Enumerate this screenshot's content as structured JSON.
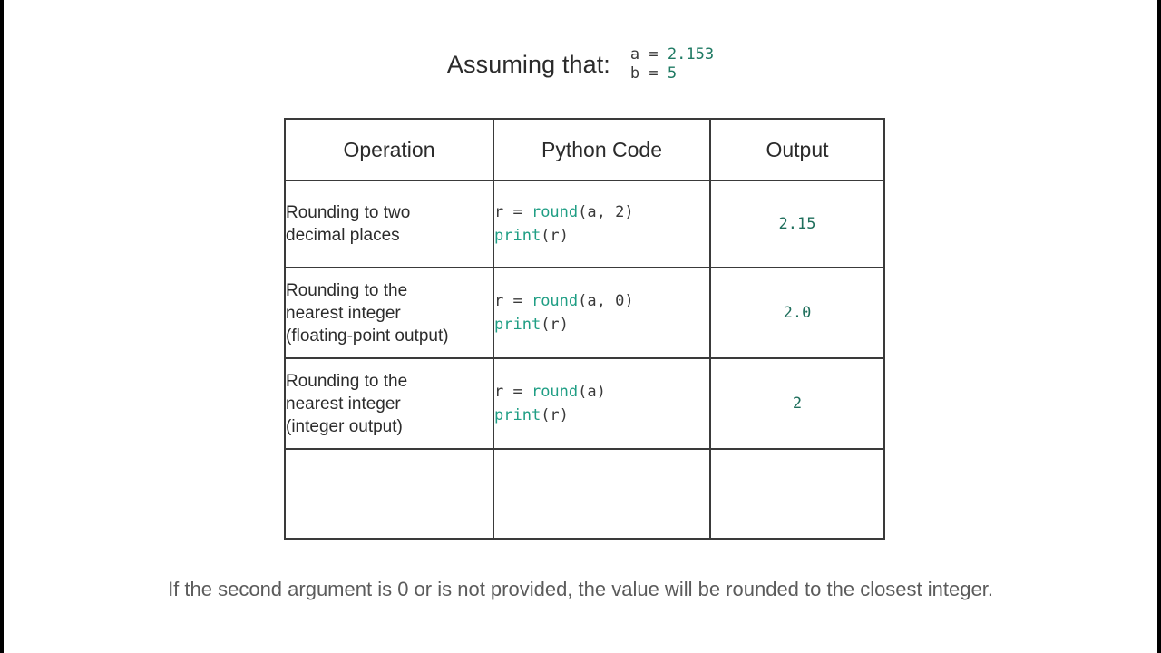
{
  "slide": {
    "background": "#ffffff",
    "letterbox_color": "#000000"
  },
  "assumption": {
    "label": "Assuming that:",
    "lines": [
      {
        "name": "a",
        "operator": "=",
        "value": "2.153"
      },
      {
        "name": "b",
        "operator": "=",
        "value": "5"
      }
    ]
  },
  "table": {
    "headers": [
      "Operation",
      "Python Code",
      "Output"
    ],
    "rows": [
      {
        "operation": "Rounding to two\ndecimal places",
        "code": {
          "line1_pre": "r = ",
          "line1_fn": "round",
          "line1_post": "(a, 2)",
          "line2_fn": "print",
          "line2_post": "(r)"
        },
        "output": "2.15"
      },
      {
        "operation": "Rounding to the\nnearest integer\n(floating-point output)",
        "code": {
          "line1_pre": "r = ",
          "line1_fn": "round",
          "line1_post": "(a, 0)",
          "line2_fn": "print",
          "line2_post": "(r)"
        },
        "output": "2.0"
      },
      {
        "operation": "Rounding to the\nnearest integer\n(integer output)",
        "code": {
          "line1_pre": "r = ",
          "line1_fn": "round",
          "line1_post": "(a)",
          "line2_fn": "print",
          "line2_post": "(r)"
        },
        "output": "2"
      },
      {
        "operation": "",
        "code": {
          "line1_pre": "",
          "line1_fn": "",
          "line1_post": "",
          "line2_fn": "",
          "line2_post": ""
        },
        "output": ""
      }
    ]
  },
  "caption": {
    "text": "If the second argument is 0 or is not provided, the value will be rounded to the closest integer."
  },
  "colors": {
    "text_dark": "#2b2b2b",
    "caption_gray": "#5b5b5b",
    "code_plain": "#3a3a3a",
    "code_function": "#1f9e84",
    "code_number": "#1f7a63",
    "output_green": "#1f6f5c",
    "table_border": "#3a3a3a"
  }
}
